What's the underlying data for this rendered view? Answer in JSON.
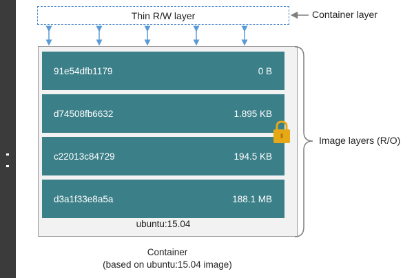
{
  "thin_layer_label": "Thin R/W layer",
  "container_layer_label": "Container layer",
  "image_layers_label": "Image layers (R/O)",
  "layers": [
    {
      "id": "91e54dfb1179",
      "size": "0 B"
    },
    {
      "id": "d74508fb6632",
      "size": "1.895 KB"
    },
    {
      "id": "c22013c84729",
      "size": "194.5 KB"
    },
    {
      "id": "d3a1f33e8a5a",
      "size": "188.1 MB"
    }
  ],
  "base_image_label": "ubuntu:15.04",
  "caption": {
    "line1": "Container",
    "line2": "(based on ubuntu:15.04 image)"
  },
  "colors": {
    "layer_fill": "#3b7f88",
    "dashed_border": "#4a86c6",
    "arrow": "#5b9bd5",
    "lock": "#e6a817"
  }
}
